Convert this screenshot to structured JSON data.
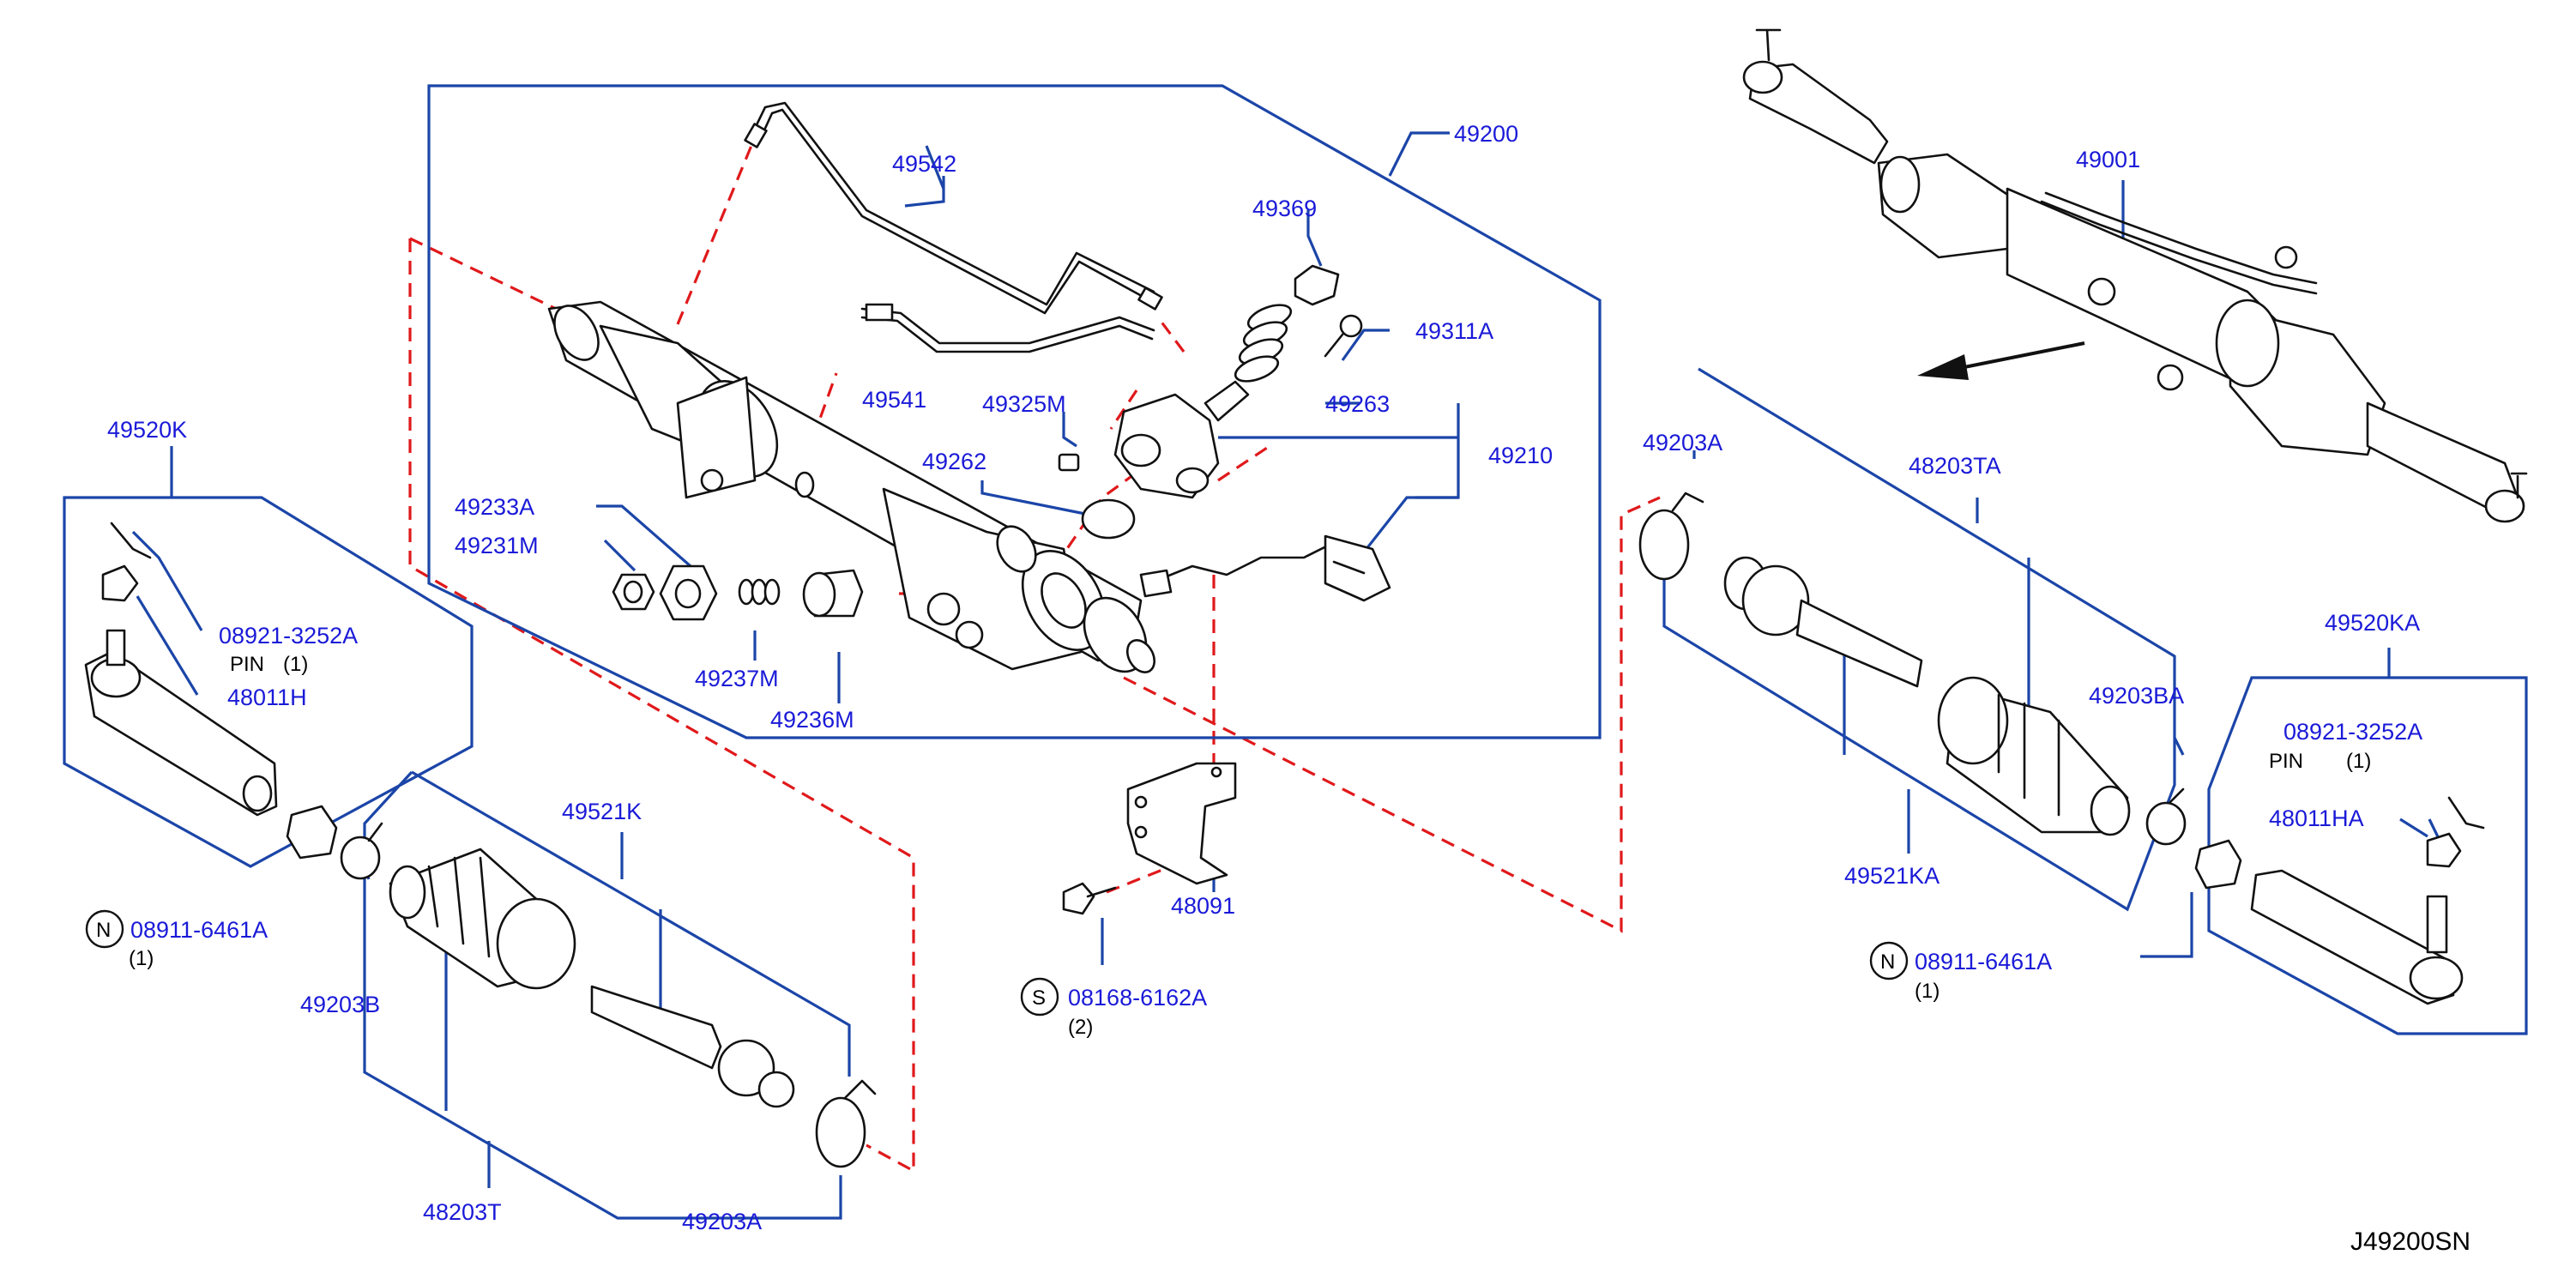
{
  "colors": {
    "part_number": "#1a1ad8",
    "leader_line": "#1b45a8",
    "assembly_dash": "#e0191b",
    "outline": "#111111"
  },
  "labels": {
    "p49200": "49200",
    "p49542": "49542",
    "p49369": "49369",
    "p49311A": "49311A",
    "p49541": "49541",
    "p49325M": "49325M",
    "p49263": "49263",
    "p49262": "49262",
    "p49210": "49210",
    "p49233A": "49233A",
    "p49231M": "49231M",
    "p49237M": "49237M",
    "p49236M": "49236M",
    "p49001": "49001",
    "p49520K": "49520K",
    "p08921_L": "08921-3252A",
    "pin_L": "PIN",
    "pin_qty_L": "(1)",
    "p48011H": "48011H",
    "p49521K": "49521K",
    "p08911_L": "08911-6461A",
    "qty_08911_L": "(1)",
    "p49203B": "49203B",
    "p48203T": "48203T",
    "p49203A_bottom": "49203A",
    "p48091": "48091",
    "p08168": "08168-6162A",
    "qty_08168": "(2)",
    "p49203A_right": "49203A",
    "p48203TA": "48203TA",
    "p49203BA": "49203BA",
    "p49521KA": "49521KA",
    "p08911_R": "08911-6461A",
    "qty_08911_R": "(1)",
    "p49520KA": "49520KA",
    "p08921_R": "08921-3252A",
    "pin_R": "PIN",
    "pin_qty_R": "(1)",
    "p48011HA": "48011HA",
    "circle_N": "N",
    "circle_S": "S",
    "diagram_code": "J49200SN"
  },
  "icons": {
    "front_arrow": "arrow-left-icon",
    "circled_letter": "circled-letter-icon"
  }
}
